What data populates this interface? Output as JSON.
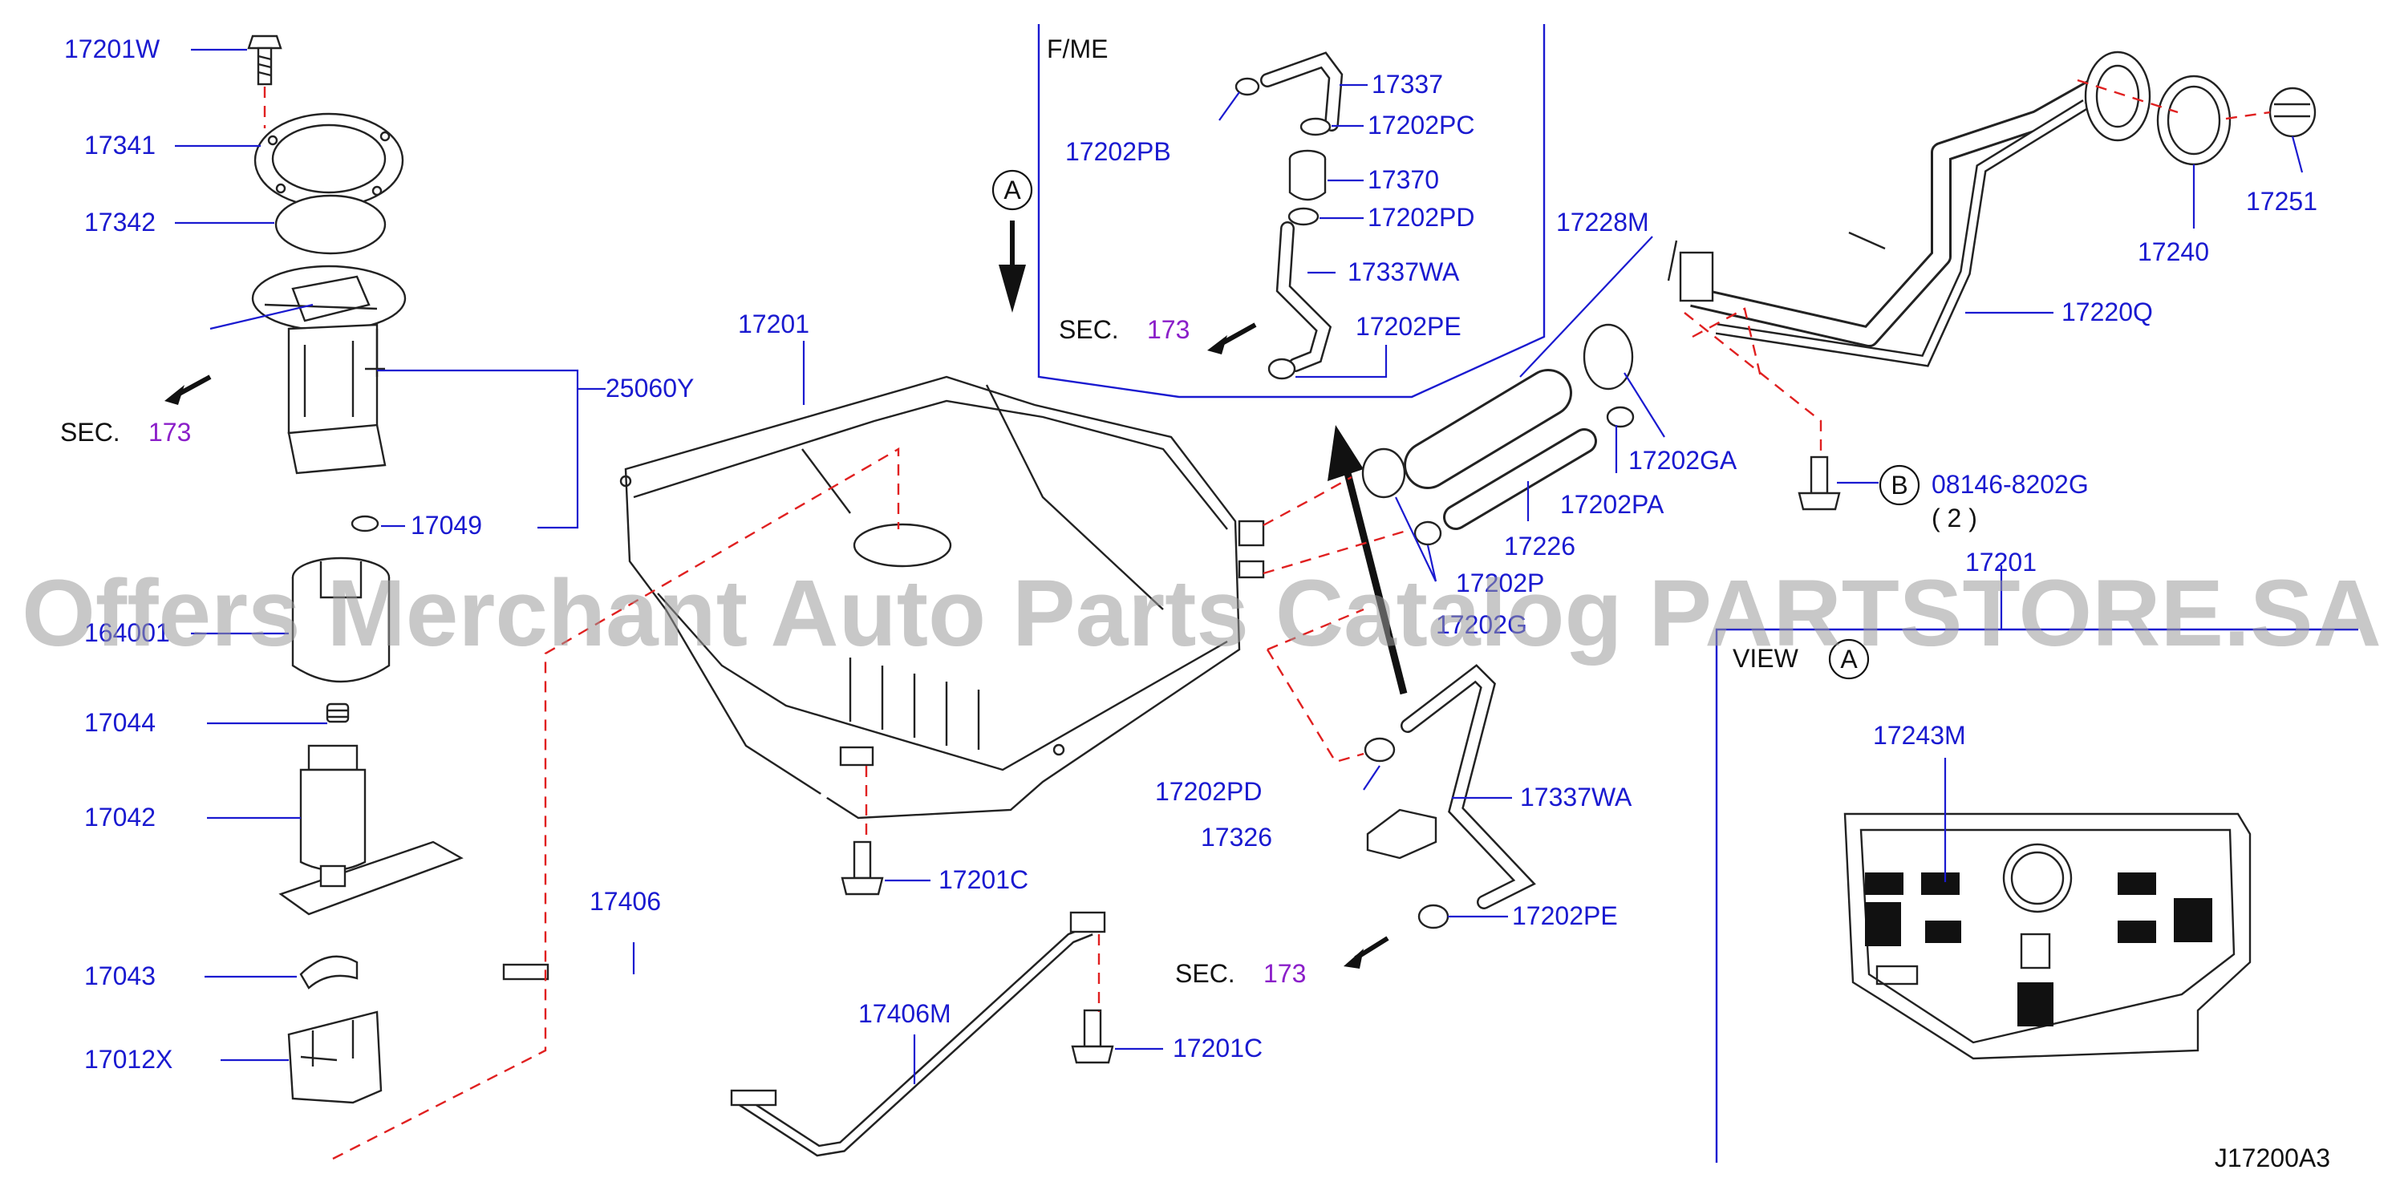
{
  "labels": {
    "p17201W": "17201W",
    "p17341": "17341",
    "p17342": "17342",
    "p25060Y": "25060Y",
    "p17049": "17049",
    "p1640x": "164001",
    "p17044": "17044",
    "p17042": "17042",
    "p17043": "17043",
    "p17012X": "17012X",
    "p17201": "17201",
    "p17406": "17406",
    "p17201C_a": "17201C",
    "p17406M": "17406M",
    "p17201C_b": "17201C",
    "p17337": "17337",
    "p17202PC": "17202PC",
    "p17202PB": "17202PB",
    "p17370": "17370",
    "p17202PD_top": "17202PD",
    "p17337WA_top": "17337WA",
    "p17202PE_top": "17202PE",
    "p17228M": "17228M",
    "p17202GA": "17202GA",
    "p17202PA": "17202PA",
    "p17226": "17226",
    "p17202P": "17202P",
    "p17202G": "17202G",
    "p17202PD_bot": "17202PD",
    "p17337WA_bot": "17337WA",
    "p17326": "17326",
    "p17202PE_bot": "17202PE",
    "p17220Q": "17220Q",
    "p17240": "17240",
    "p17251": "17251",
    "p08146": "08146-8202G",
    "p08146_qty": "( 2 )",
    "p17201_view": "17201",
    "p17243M": "17243M"
  },
  "sections": {
    "sec_left": {
      "prefix": "SEC.",
      "number": "173"
    },
    "sec_inset": {
      "prefix": "SEC.",
      "number": "173"
    },
    "sec_bottom": {
      "prefix": "SEC.",
      "number": "173"
    }
  },
  "inset_title": "F/ME",
  "view_title": "VIEW",
  "callouts": {
    "A_arrow": "A",
    "A_view": "A",
    "B_bolt": "B"
  },
  "diagram_code": "J17200A3",
  "watermark": "Offers Merchant Auto Parts Catalog PARTSTORE.SA",
  "colors": {
    "label": "#1a1ad0",
    "section": "#8b1fc9",
    "dashed_line": "#e02020",
    "part_outline": "#222222"
  }
}
